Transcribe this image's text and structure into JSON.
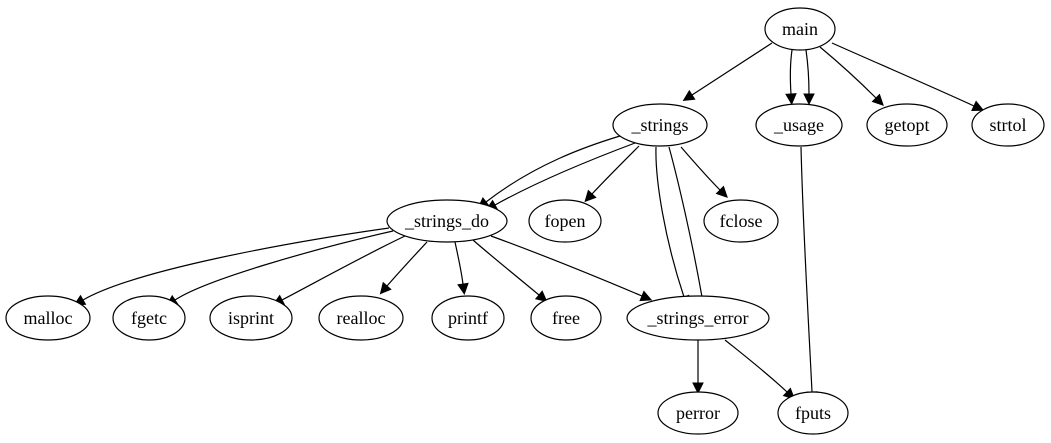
{
  "graph": {
    "nodes": [
      {
        "id": "main",
        "label": "main"
      },
      {
        "id": "_strings",
        "label": "_strings"
      },
      {
        "id": "_usage",
        "label": "_usage"
      },
      {
        "id": "getopt",
        "label": "getopt"
      },
      {
        "id": "strtol",
        "label": "strtol"
      },
      {
        "id": "_strings_do",
        "label": "_strings_do"
      },
      {
        "id": "fopen",
        "label": "fopen"
      },
      {
        "id": "fclose",
        "label": "fclose"
      },
      {
        "id": "malloc",
        "label": "malloc"
      },
      {
        "id": "fgetc",
        "label": "fgetc"
      },
      {
        "id": "isprint",
        "label": "isprint"
      },
      {
        "id": "realloc",
        "label": "realloc"
      },
      {
        "id": "printf",
        "label": "printf"
      },
      {
        "id": "free",
        "label": "free"
      },
      {
        "id": "_strings_error",
        "label": "_strings_error"
      },
      {
        "id": "perror",
        "label": "perror"
      },
      {
        "id": "fputs",
        "label": "fputs"
      }
    ],
    "edges": [
      {
        "from": "main",
        "to": "_strings"
      },
      {
        "from": "main",
        "to": "_usage"
      },
      {
        "from": "main",
        "to": "_usage"
      },
      {
        "from": "main",
        "to": "getopt"
      },
      {
        "from": "main",
        "to": "strtol"
      },
      {
        "from": "_strings",
        "to": "_strings_do"
      },
      {
        "from": "_strings",
        "to": "_strings_do"
      },
      {
        "from": "_strings",
        "to": "fopen"
      },
      {
        "from": "_strings",
        "to": "_strings_error"
      },
      {
        "from": "_strings",
        "to": "_strings_error"
      },
      {
        "from": "_strings",
        "to": "fclose"
      },
      {
        "from": "_usage",
        "to": "fputs"
      },
      {
        "from": "_strings_do",
        "to": "malloc"
      },
      {
        "from": "_strings_do",
        "to": "fgetc"
      },
      {
        "from": "_strings_do",
        "to": "isprint"
      },
      {
        "from": "_strings_do",
        "to": "realloc"
      },
      {
        "from": "_strings_do",
        "to": "printf"
      },
      {
        "from": "_strings_do",
        "to": "free"
      },
      {
        "from": "_strings_do",
        "to": "_strings_error"
      },
      {
        "from": "_strings_error",
        "to": "perror"
      },
      {
        "from": "_strings_error",
        "to": "fputs"
      }
    ]
  }
}
